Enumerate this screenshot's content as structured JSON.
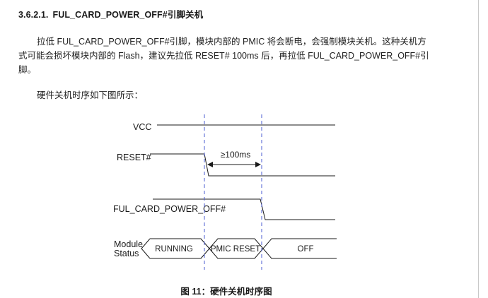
{
  "section": {
    "number": "3.6.2.1.",
    "title": "FUL_CARD_POWER_OFF#引脚关机"
  },
  "paragraph": {
    "line1": "拉低 FUL_CARD_POWER_OFF#引脚，模块内部的 PMIC 将会断电，会强制模块关机。这种关机方",
    "line2": "式可能会损坏模块内部的 Flash，建议先拉低 RESET# 100ms 后，再拉低 FUL_CARD_POWER_OFF#引",
    "line3": "脚。"
  },
  "intro": "硬件关机时序如下图所示：",
  "diagram": {
    "signals": {
      "vcc": "VCC",
      "reset": "RESET#",
      "power_off": "FUL_CARD_POWER_OFF#",
      "status_line1": "Module",
      "status_line2": "Status"
    },
    "timing_label": "≥100ms",
    "states": {
      "running": "RUNNING",
      "pmic_reset": "PMIC RESET",
      "off": "OFF"
    },
    "colors": {
      "signal": "#1a1a1a",
      "marker": "#4a5bd0"
    }
  },
  "caption": "图 11：硬件关机时序图"
}
